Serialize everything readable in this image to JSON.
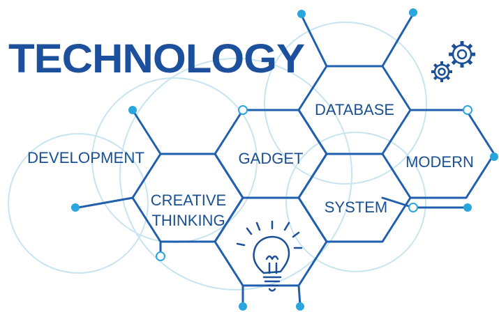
{
  "title": "TECHNOLOGY",
  "labels": {
    "database": "DATABASE",
    "gadget": "GADGET",
    "development": "DEVELOPMENT",
    "modern": "MODERN",
    "creative_line1": "CREATIVE",
    "creative_line2": "THINKING",
    "system": "SYSTEM"
  },
  "icons": [
    "gears-icon",
    "lightbulb-icon"
  ],
  "colors": {
    "title": "#1c4f9c",
    "hex_line": "#1f5fae",
    "label": "#1a4f92",
    "circle_line": "#bfe1ee",
    "node_dot": "#2aa6de",
    "icon": "#1b4f98"
  }
}
